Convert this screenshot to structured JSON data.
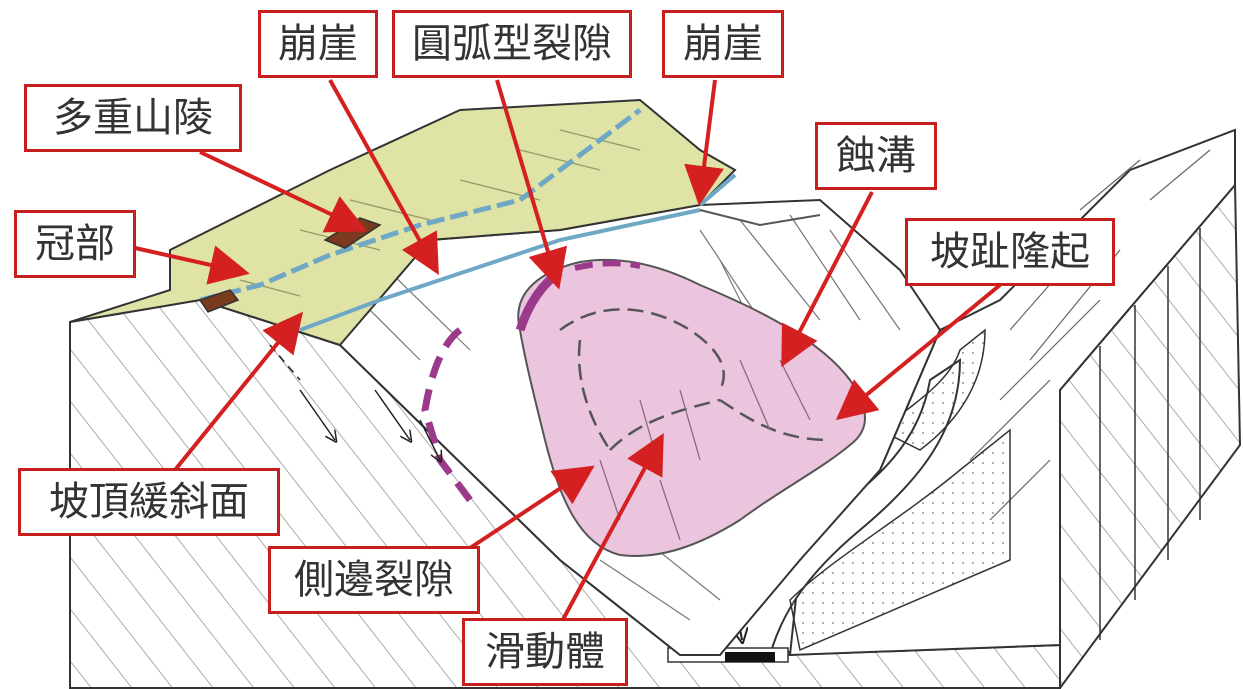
{
  "labels": {
    "bengya_left": "崩崖",
    "yuanhu": "圓弧型裂隙",
    "bengya_right": "崩崖",
    "duozhong": "多重山陵",
    "shigou": "蝕溝",
    "guanbu": "冠部",
    "pozhi": "坡趾隆起",
    "poding": "坡頂緩斜面",
    "cebian": "側邊裂隙",
    "huadong": "滑動體"
  },
  "colors": {
    "label_border": "#c81e1e",
    "arrow": "#d42020",
    "plateau": "#dfe3a6",
    "sliding_body": "#ebc5de",
    "crack_purple": "#9b3a8a",
    "scarp_blue": "#6fa8c4",
    "mound_brown": "#7a3a1e"
  }
}
